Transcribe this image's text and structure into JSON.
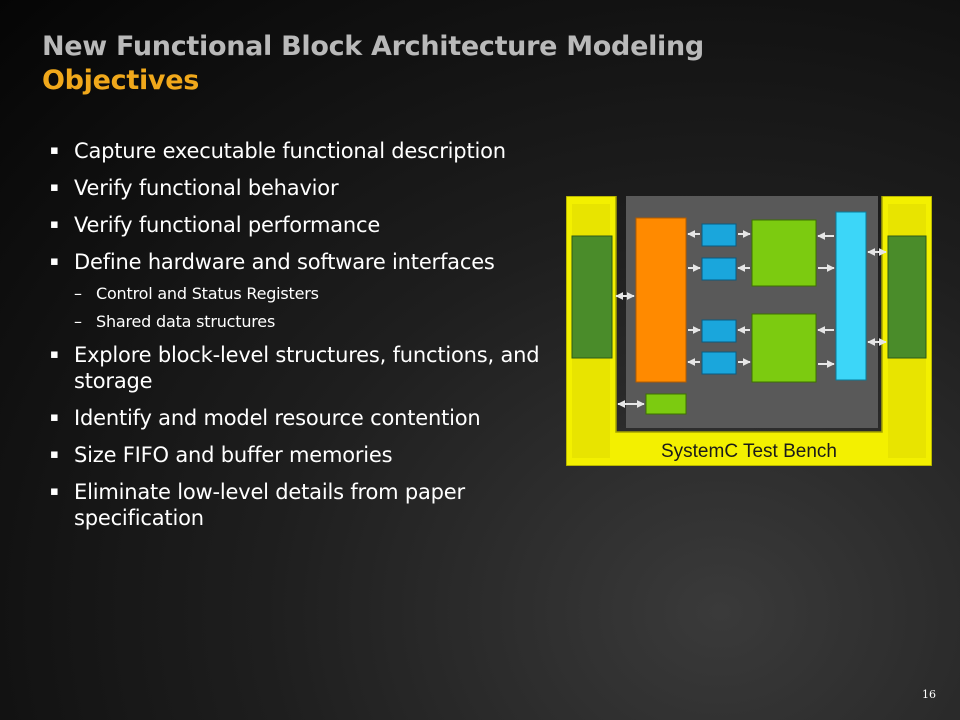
{
  "slide": {
    "title_line1": "New Functional Block Architecture Modeling",
    "title_line2": "Objectives",
    "page_number": "16"
  },
  "bullets": [
    {
      "text": "Capture executable functional description",
      "level": 1
    },
    {
      "text": "Verify functional behavior",
      "level": 1
    },
    {
      "text": "Verify functional performance",
      "level": 1
    },
    {
      "text": "Define hardware and software interfaces",
      "level": 1
    },
    {
      "text": "Control and Status Registers",
      "level": 2
    },
    {
      "text": "Shared data structures",
      "level": 2
    },
    {
      "text": "Explore block-level structures, functions, and storage",
      "level": 1
    },
    {
      "text": "Identify and model resource contention",
      "level": 1
    },
    {
      "text": "Size FIFO and buffer memories",
      "level": 1
    },
    {
      "text": "Eliminate low-level details from paper specification",
      "level": 1
    }
  ],
  "markers": {
    "level1": "▪",
    "level2": "–"
  },
  "diagram": {
    "label": "SystemC Test Bench",
    "colors": {
      "testbench": "#f3f000",
      "module_bg": "#595959",
      "side_block": "#4a8c2a",
      "processor": "#ff8a00",
      "fifo": "#1aa6dc",
      "function": "#7ccb10",
      "bus": "#3cd6f8"
    }
  }
}
